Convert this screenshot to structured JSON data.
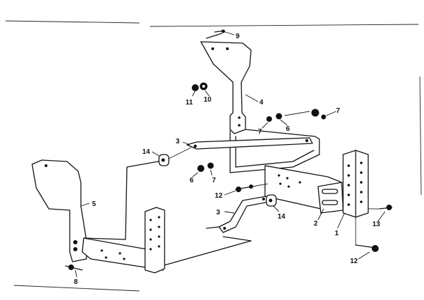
{
  "callouts": {
    "c9": "9",
    "c11": "11",
    "c10": "10",
    "c4": "4",
    "c7a": "7",
    "c7b": "7",
    "c6a": "6",
    "c3a": "3",
    "c14a": "14",
    "c6b": "6",
    "c7c": "7",
    "c12a": "12",
    "c5": "5",
    "c3b": "3",
    "c14b": "14",
    "c2": "2",
    "c1": "1",
    "c13": "13",
    "c12b": "12",
    "c8": "8"
  }
}
